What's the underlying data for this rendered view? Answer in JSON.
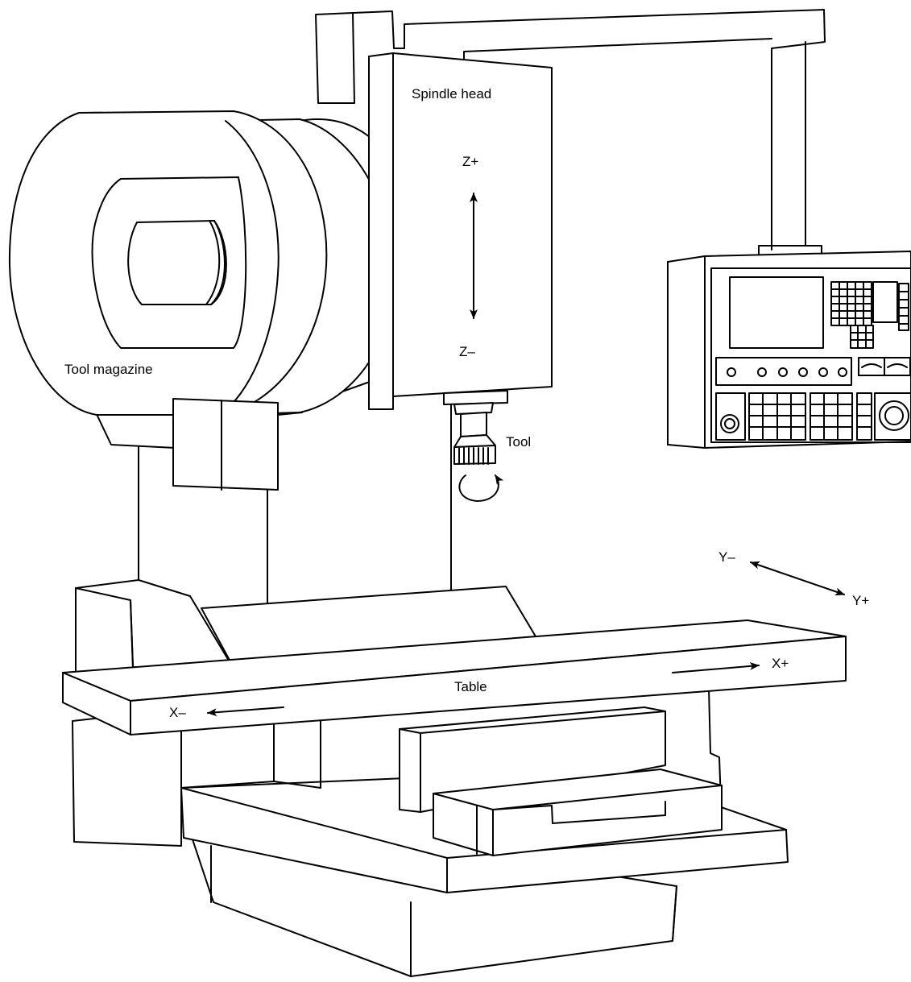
{
  "labels": {
    "spindle_head": "Spindle head",
    "tool_magazine": "Tool magazine",
    "tool": "Tool",
    "table": "Table",
    "z_plus": "Z+",
    "z_minus": "Z–",
    "x_plus": "X+",
    "x_minus": "X–",
    "y_plus": "Y+",
    "y_minus": "Y–"
  },
  "colors": {
    "line": "#000000",
    "background": "#ffffff"
  }
}
